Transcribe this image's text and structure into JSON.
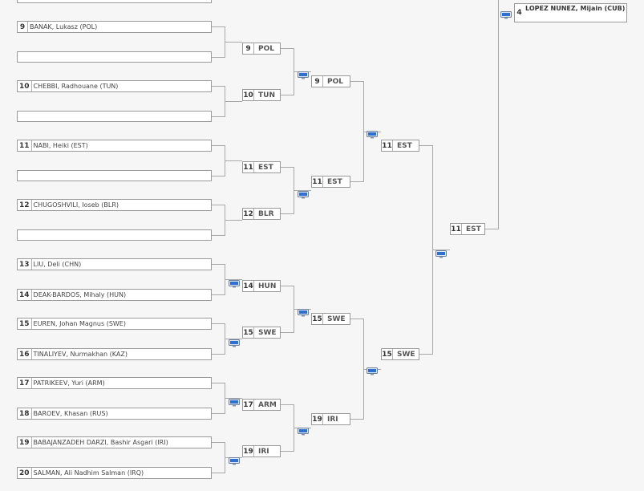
{
  "first_round": [
    {
      "seed": "",
      "name": ""
    },
    {
      "seed": "9",
      "name": "BANAK, Lukasz (POL)"
    },
    {
      "seed": "",
      "name": ""
    },
    {
      "seed": "10",
      "name": "CHEBBI, Radhouane (TUN)"
    },
    {
      "seed": "",
      "name": ""
    },
    {
      "seed": "11",
      "name": "NABI, Heiki (EST)"
    },
    {
      "seed": "",
      "name": ""
    },
    {
      "seed": "12",
      "name": "CHUGOSHVILI, Ioseb (BLR)"
    },
    {
      "seed": "",
      "name": ""
    },
    {
      "seed": "13",
      "name": "LIU, Deli (CHN)"
    },
    {
      "seed": "14",
      "name": "DEAK-BARDOS, Mihaly (HUN)"
    },
    {
      "seed": "15",
      "name": "EUREN, Johan Magnus (SWE)"
    },
    {
      "seed": "16",
      "name": "TINALIYEV, Nurmakhan (KAZ)"
    },
    {
      "seed": "17",
      "name": "PATRIKEEV, Yuri (ARM)"
    },
    {
      "seed": "18",
      "name": "BAROEV, Khasan (RUS)"
    },
    {
      "seed": "19",
      "name": "BABAJANZADEH DARZI, Bashir Asgari (IRI)"
    },
    {
      "seed": "20",
      "name": "SALMAN, Ali Nadhim Salman (IRQ)"
    }
  ],
  "round_2": [
    {
      "seed": "9",
      "code": "POL"
    },
    {
      "seed": "10",
      "code": "TUN"
    },
    {
      "seed": "11",
      "code": "EST"
    },
    {
      "seed": "12",
      "code": "BLR"
    },
    {
      "seed": "14",
      "code": "HUN"
    },
    {
      "seed": "15",
      "code": "SWE"
    },
    {
      "seed": "17",
      "code": "ARM"
    },
    {
      "seed": "19",
      "code": "IRI"
    }
  ],
  "round_3": [
    {
      "seed": "9",
      "code": "POL"
    },
    {
      "seed": "11",
      "code": "EST"
    },
    {
      "seed": "15",
      "code": "SWE"
    },
    {
      "seed": "19",
      "code": "IRI"
    }
  ],
  "round_4": [
    {
      "seed": "11",
      "code": "EST"
    },
    {
      "seed": "15",
      "code": "SWE"
    }
  ],
  "round_5": [
    {
      "seed": "11",
      "code": "EST"
    }
  ],
  "winner": {
    "seed": "4",
    "name": "LOPEZ NUNEZ, Mijain (CUB)"
  },
  "icons": {
    "video": "monitor-icon"
  },
  "colors": {
    "border": "#9a9a9a",
    "line": "#a8a8a8",
    "screen": "#2f6fd0",
    "background": "#f6f6f6"
  }
}
